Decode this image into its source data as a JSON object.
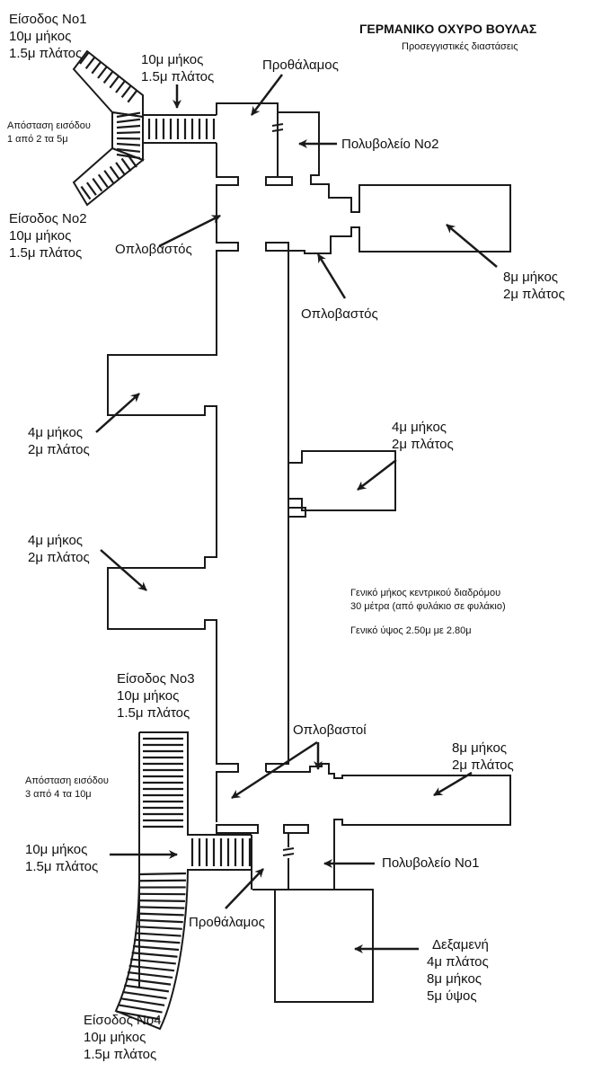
{
  "header": {
    "title": "ΓΕΡΜΑΝΙΚΟ ΟΧΥΡΟ ΒΟΥΛΑΣ",
    "subtitle": "Προσεγγιστικές διαστάσεις"
  },
  "labels": {
    "entrance1": [
      "Είσοδος Νο1",
      "10μ μήκος",
      "1.5μ πλάτος"
    ],
    "entrance2": [
      "Είσοδος Νο2",
      "10μ μήκος",
      "1.5μ πλάτος"
    ],
    "entrance3": [
      "Είσοδος Νο3",
      "10μ μήκος",
      "1.5μ πλάτος"
    ],
    "entrance4": [
      "Είσοδος Νο4",
      "10μ μήκος",
      "1.5μ πλάτος"
    ],
    "upper_passage": [
      "10μ μήκος",
      "1.5μ πλάτος"
    ],
    "lower_passage": [
      "10μ μήκος",
      "1.5μ πλάτος"
    ],
    "distance_upper": [
      "Απόσταση εισόδου",
      "1 από 2 τα 5μ"
    ],
    "distance_lower": [
      "Απόσταση εισόδου",
      "3 από 4 τα 10μ"
    ],
    "antechamber_upper": "Προθάλαμος",
    "antechamber_lower": "Προθάλαμος",
    "mg_nest_2": "Πολυβολείο Νο2",
    "mg_nest_1": "Πολυβολείο Νο1",
    "loophole_left": "Οπλοβαστός",
    "loophole_right": "Οπλοβαστός",
    "loopholes_lower": "Οπλοβαστοί",
    "room_upper_right": [
      "8μ μήκος",
      "2μ πλάτος"
    ],
    "room_left_1": [
      "4μ μήκος",
      "2μ πλάτος"
    ],
    "room_left_2": [
      "4μ μήκος",
      "2μ πλάτος"
    ],
    "room_right_mid": [
      "4μ μήκος",
      "2μ πλάτος"
    ],
    "room_lower_right": [
      "8μ μήκος",
      "2μ πλάτος"
    ],
    "cistern": [
      "Δεξαμενή",
      "4μ πλάτος",
      "8μ μήκος",
      "5μ ύψος"
    ],
    "notes": [
      "Γενικό μήκος κεντρικού διαδρόμου",
      "30 μέτρα (από φυλάκιο σε φυλάκιο)",
      "",
      "Γενικό ύψος 2.50μ με 2.80μ"
    ]
  },
  "colors": {
    "line": "#1a1a1a",
    "background": "#ffffff"
  }
}
